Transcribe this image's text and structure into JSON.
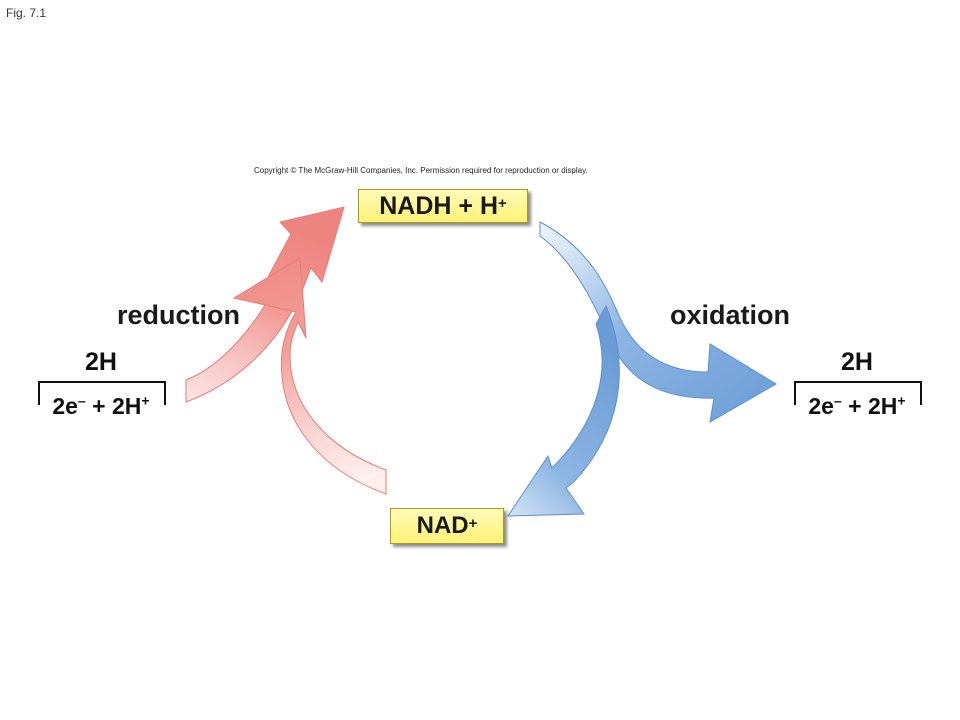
{
  "figure": {
    "label": "Fig. 7.1"
  },
  "copyright": "Copyright © The McGraw-Hill Companies, Inc. Permission required for reproduction or display.",
  "boxes": {
    "top": {
      "base": "NADH + H",
      "sup": "+"
    },
    "bottom": {
      "base": "NAD",
      "sup": "+"
    }
  },
  "labels": {
    "reduction": "reduction",
    "oxidation": "oxidation"
  },
  "left_group": {
    "top": "2H",
    "electrons": "2e",
    "electrons_sup": "–",
    "plus": " + 2H",
    "protons_sup": "+"
  },
  "right_group": {
    "top": "2H",
    "electrons": "2e",
    "electrons_sup": "–",
    "plus": " + 2H",
    "protons_sup": "+"
  },
  "colors": {
    "reduction_arrow": "#ef8f8a",
    "oxidation_arrow": "#6e9fd6",
    "box_fill": "#fff59d"
  }
}
